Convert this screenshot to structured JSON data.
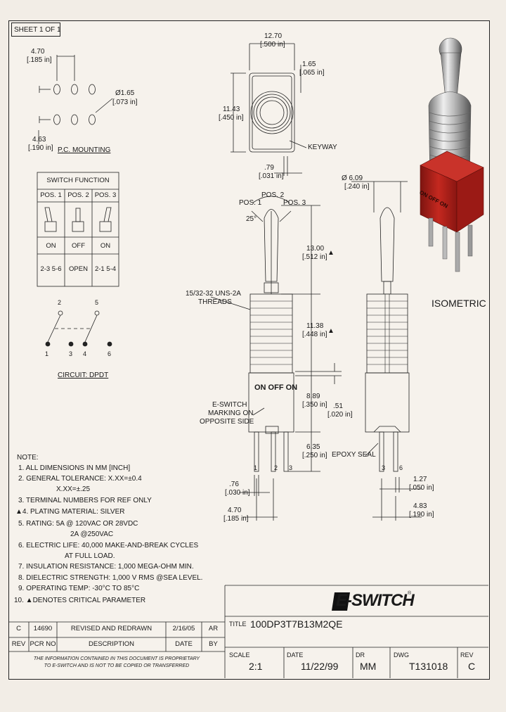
{
  "sheet_label": "SHEET 1 OF 1",
  "pc_mounting": {
    "dim_top": "4.70",
    "dim_top_in": "[.185 in]",
    "hole_dia": "Ø1.65",
    "hole_dia_in": "[.073 in]",
    "dim_bottom": "4.63",
    "dim_bottom_in": "[.190 in]",
    "label": "P.C. MOUNTING"
  },
  "switch_function": {
    "title": "SWITCH FUNCTION",
    "headers": [
      "POS. 1",
      "POS. 2",
      "POS. 3"
    ],
    "states": [
      "ON",
      "OFF",
      "ON"
    ],
    "connections": [
      "2-3 5-6",
      "OPEN",
      "2-1 5-4"
    ]
  },
  "circuit": {
    "terminals_top": [
      "2",
      "5"
    ],
    "terminals_bottom": [
      "1",
      "3",
      "4",
      "6"
    ],
    "label": "CIRCUIT: DPDT"
  },
  "top_view": {
    "width": "12.70",
    "width_in": "[.500 in]",
    "keyway_w": "1.65",
    "keyway_w_in": "[.065 in]",
    "height": "11.43",
    "height_in": "[.450 in]",
    "keyway_label": "KEYWAY",
    "keyway_depth": ".79",
    "keyway_depth_in": "[.031 in]"
  },
  "front_view": {
    "pos1": "POS. 1",
    "pos2": "POS. 2",
    "pos3": "POS. 3",
    "angle": "25°",
    "threads": "15/32-32 UNS-2A",
    "threads_label": "THREADS",
    "lever_len": "13.00",
    "lever_len_in": "[.512 in]",
    "bushing_len": "11.38",
    "bushing_len_in": "[.448 in]",
    "body_len": "8.89",
    "body_len_in": "[.350 in]",
    "gap": ".51",
    "gap_in": "[.020 in]",
    "pin_len": "6.35",
    "pin_len_in": "[.250 in]",
    "marking_line1": "E-SWITCH",
    "marking_line2": "MARKING ON",
    "marking_line3": "OPPOSITE SIDE",
    "body_text": "ON OFF ON",
    "pin_labels": [
      "1",
      "2",
      "3"
    ],
    "pin_w": ".76",
    "pin_w_in": "[.030 in]",
    "pin_pitch": "4.70",
    "pin_pitch_in": "[.185 in]",
    "critical_mark": "▲"
  },
  "side_view": {
    "lever_dia": "Ø 6.09",
    "lever_dia_in": "[.240 in]",
    "epoxy": "EPOXY SEAL",
    "pin_labels": [
      "3",
      "6"
    ],
    "pin_gap": "1.27",
    "pin_gap_in": "[.050 in]",
    "pin_pitch": "4.83",
    "pin_pitch_in": "[.190 in]"
  },
  "isometric": {
    "label": "ISOMETRIC",
    "body_text": "ON OFF ON",
    "body_color": "#b3201c"
  },
  "notes": [
    "NOTE:",
    "1. ALL DIMENSIONS IN MM [INCH]",
    "2. GENERAL TOLERANCE: X.XX=±0.4",
    "X.XX=±.25",
    "3. TERMINAL NUMBERS FOR REF ONLY",
    "▲4. PLATING MATERIAL: SILVER",
    "5. RATING: 5A @ 120VAC OR 28VDC",
    "2A @250VAC",
    "6. ELECTRIC LIFE: 40,000 MAKE-AND-BREAK CYCLES",
    "AT FULL LOAD.",
    "7. INSULATION RESISTANCE: 1,000 MEGA-OHM MIN.",
    "8. DIELECTRIC STRENGTH: 1,000 V RMS @SEA LEVEL.",
    "9. OPERATING TEMP: -30°C TO 85°C",
    "10. ▲DENOTES CRITICAL PARAMETER"
  ],
  "revision": {
    "row": [
      "C",
      "14690",
      "REVISED AND REDRAWN",
      "2/16/05",
      "AR"
    ],
    "header": [
      "REV",
      "PCR NO",
      "DESCRIPTION",
      "DATE",
      "BY"
    ]
  },
  "confidential": [
    "THE INFORMATION CONTAINED IN THIS DOCUMENT IS PROPRIETARY",
    "TO E-SWITCH AND IS NOT TO BE COPIED OR TRANSFERRED"
  ],
  "title_block": {
    "logo": "E-SWITCH",
    "logo_reg": "®",
    "title_label": "TITLE",
    "title": "100DP3T7B13M2QE",
    "scale_label": "SCALE",
    "scale": "2:1",
    "date_label": "DATE",
    "date": "11/22/99",
    "dr_label": "DR",
    "dr": "MM",
    "dwg_label": "DWG",
    "dwg": "T131018",
    "rev_label": "REV",
    "rev": "C"
  }
}
